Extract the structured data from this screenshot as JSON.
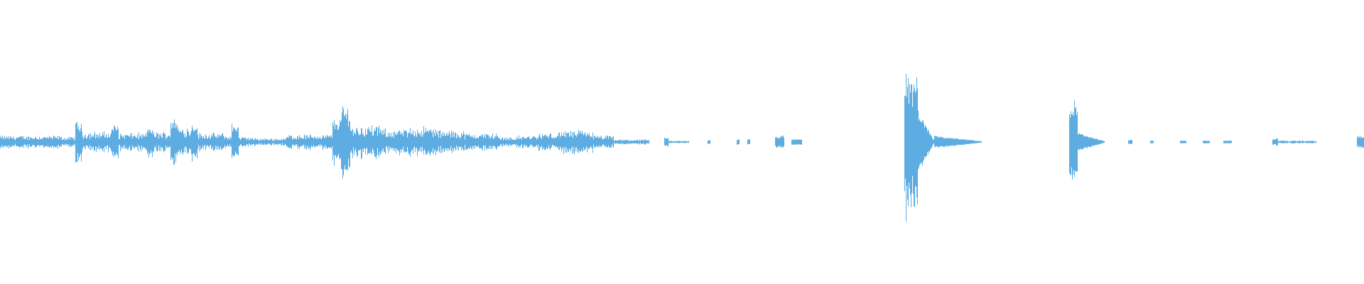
{
  "waveform": {
    "color": "#5dade2",
    "background": "#ffffff",
    "segments": [
      {
        "start": 0.0,
        "end": 0.045,
        "amp": 0.05,
        "kind": "noise"
      },
      {
        "start": 0.045,
        "end": 0.055,
        "amp": 0.04,
        "kind": "noise"
      },
      {
        "start": 0.055,
        "end": 0.06,
        "amp": 0.16,
        "kind": "burst"
      },
      {
        "start": 0.06,
        "end": 0.082,
        "amp": 0.08,
        "kind": "noise"
      },
      {
        "start": 0.082,
        "end": 0.087,
        "amp": 0.14,
        "kind": "burst"
      },
      {
        "start": 0.087,
        "end": 0.108,
        "amp": 0.07,
        "kind": "noise"
      },
      {
        "start": 0.108,
        "end": 0.112,
        "amp": 0.12,
        "kind": "burst"
      },
      {
        "start": 0.112,
        "end": 0.125,
        "amp": 0.08,
        "kind": "noise"
      },
      {
        "start": 0.125,
        "end": 0.13,
        "amp": 0.19,
        "kind": "burst"
      },
      {
        "start": 0.13,
        "end": 0.14,
        "amp": 0.12,
        "kind": "noise"
      },
      {
        "start": 0.14,
        "end": 0.145,
        "amp": 0.15,
        "kind": "burst"
      },
      {
        "start": 0.145,
        "end": 0.165,
        "amp": 0.07,
        "kind": "noise"
      },
      {
        "start": 0.165,
        "end": 0.17,
        "amp": 0.05,
        "kind": "noise"
      },
      {
        "start": 0.17,
        "end": 0.175,
        "amp": 0.14,
        "kind": "burst"
      },
      {
        "start": 0.175,
        "end": 0.185,
        "amp": 0.04,
        "kind": "noise"
      },
      {
        "start": 0.185,
        "end": 0.21,
        "amp": 0.03,
        "kind": "noise"
      },
      {
        "start": 0.21,
        "end": 0.244,
        "amp": 0.06,
        "kind": "noise"
      },
      {
        "start": 0.244,
        "end": 0.25,
        "amp": 0.18,
        "kind": "burst"
      },
      {
        "start": 0.25,
        "end": 0.257,
        "amp": 0.28,
        "kind": "burst"
      },
      {
        "start": 0.257,
        "end": 0.28,
        "amp": 0.13,
        "kind": "noise"
      },
      {
        "start": 0.28,
        "end": 0.3,
        "amp": 0.1,
        "kind": "noise"
      },
      {
        "start": 0.3,
        "end": 0.32,
        "amp": 0.12,
        "kind": "noise"
      },
      {
        "start": 0.32,
        "end": 0.34,
        "amp": 0.09,
        "kind": "noise"
      },
      {
        "start": 0.34,
        "end": 0.365,
        "amp": 0.07,
        "kind": "noise"
      },
      {
        "start": 0.365,
        "end": 0.38,
        "amp": 0.04,
        "kind": "noise"
      },
      {
        "start": 0.38,
        "end": 0.395,
        "amp": 0.05,
        "kind": "noise"
      },
      {
        "start": 0.395,
        "end": 0.41,
        "amp": 0.07,
        "kind": "noise"
      },
      {
        "start": 0.41,
        "end": 0.435,
        "amp": 0.09,
        "kind": "noise"
      },
      {
        "start": 0.435,
        "end": 0.45,
        "amp": 0.05,
        "kind": "noise"
      },
      {
        "start": 0.45,
        "end": 0.476,
        "amp": 0.02,
        "kind": "noise"
      },
      {
        "start": 0.487,
        "end": 0.49,
        "amp": 0.03,
        "kind": "dot"
      },
      {
        "start": 0.49,
        "end": 0.505,
        "amp": 0.01,
        "kind": "noise"
      },
      {
        "start": 0.519,
        "end": 0.521,
        "amp": 0.015,
        "kind": "dot"
      },
      {
        "start": 0.54,
        "end": 0.542,
        "amp": 0.02,
        "kind": "dot"
      },
      {
        "start": 0.548,
        "end": 0.55,
        "amp": 0.02,
        "kind": "dot"
      },
      {
        "start": 0.568,
        "end": 0.575,
        "amp": 0.05,
        "kind": "burst"
      },
      {
        "start": 0.58,
        "end": 0.588,
        "amp": 0.02,
        "kind": "dot"
      },
      {
        "start": 0.663,
        "end": 0.666,
        "amp": 0.58,
        "kind": "burst"
      },
      {
        "start": 0.666,
        "end": 0.673,
        "amp": 0.52,
        "kind": "burst"
      },
      {
        "start": 0.673,
        "end": 0.685,
        "amp": 0.22,
        "kind": "decay"
      },
      {
        "start": 0.685,
        "end": 0.72,
        "amp": 0.04,
        "kind": "decay"
      },
      {
        "start": 0.784,
        "end": 0.79,
        "amp": 0.37,
        "kind": "burst"
      },
      {
        "start": 0.79,
        "end": 0.81,
        "amp": 0.06,
        "kind": "decay"
      },
      {
        "start": 0.827,
        "end": 0.83,
        "amp": 0.015,
        "kind": "dot"
      },
      {
        "start": 0.843,
        "end": 0.846,
        "amp": 0.01,
        "kind": "dot"
      },
      {
        "start": 0.865,
        "end": 0.87,
        "amp": 0.01,
        "kind": "dot"
      },
      {
        "start": 0.882,
        "end": 0.887,
        "amp": 0.01,
        "kind": "dot"
      },
      {
        "start": 0.897,
        "end": 0.903,
        "amp": 0.01,
        "kind": "dot"
      },
      {
        "start": 0.933,
        "end": 0.937,
        "amp": 0.03,
        "kind": "burst"
      },
      {
        "start": 0.937,
        "end": 0.965,
        "amp": 0.012,
        "kind": "noise"
      },
      {
        "start": 0.995,
        "end": 1.0,
        "amp": 0.05,
        "kind": "burst"
      }
    ]
  }
}
